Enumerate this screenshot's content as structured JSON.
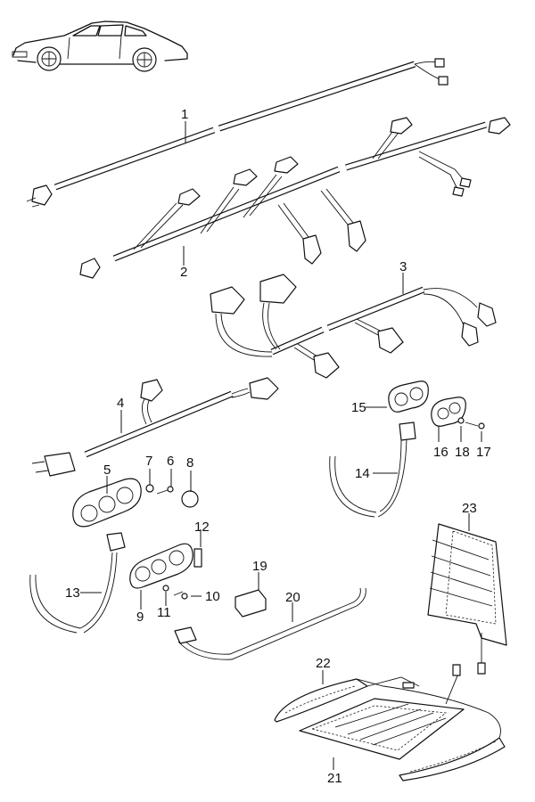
{
  "diagram": {
    "type": "exploded-parts-diagram",
    "subject": "vehicle wiring harnesses, switch panels and seat heating elements",
    "vehicle_icon": "coupe-side-view",
    "callouts": [
      {
        "id": "1",
        "part": "wiring-harness-long"
      },
      {
        "id": "2",
        "part": "wiring-harness-branched"
      },
      {
        "id": "3",
        "part": "wiring-harness-seat"
      },
      {
        "id": "4",
        "part": "wiring-harness-short"
      },
      {
        "id": "5",
        "part": "switch-housing-triple"
      },
      {
        "id": "6",
        "part": "screw"
      },
      {
        "id": "7",
        "part": "clip-nut"
      },
      {
        "id": "8",
        "part": "cap"
      },
      {
        "id": "9",
        "part": "trim-panel-triple"
      },
      {
        "id": "10",
        "part": "screw"
      },
      {
        "id": "11",
        "part": "washer"
      },
      {
        "id": "12",
        "part": "blank-insert"
      },
      {
        "id": "13",
        "part": "wiring-lead"
      },
      {
        "id": "14",
        "part": "wiring-lead"
      },
      {
        "id": "15",
        "part": "switch-housing-double"
      },
      {
        "id": "16",
        "part": "trim-panel-double"
      },
      {
        "id": "17",
        "part": "screw"
      },
      {
        "id": "18",
        "part": "washer"
      },
      {
        "id": "19",
        "part": "relay"
      },
      {
        "id": "20",
        "part": "wiring-lead-connector"
      },
      {
        "id": "21",
        "part": "seat-cushion-heating-element"
      },
      {
        "id": "22",
        "part": "seat-side-bolster-heating-element"
      },
      {
        "id": "23",
        "part": "seat-backrest-heating-element"
      }
    ]
  }
}
